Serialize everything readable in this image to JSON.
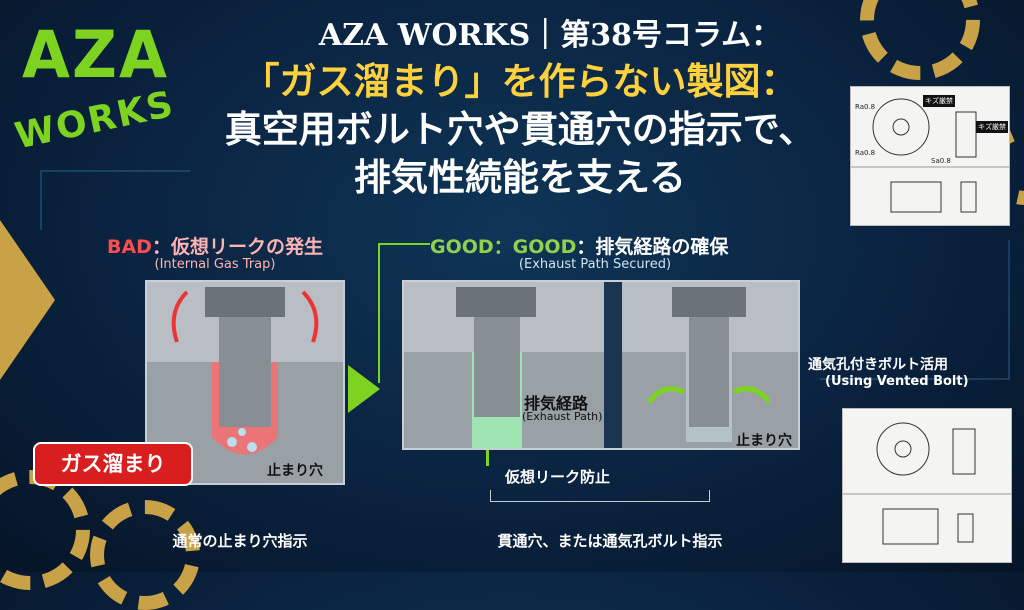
{
  "logo": {
    "line1": "AZA",
    "line2": "WORKS"
  },
  "header": {
    "series": "AZA WORKS｜第38号コラム：",
    "title_line1": "「ガス溜まり」を作らない製図：",
    "title_line2": "真空用ボルト穴や貫通穴の指示で、",
    "title_line3": "排気性続能を支える"
  },
  "bad": {
    "heading_prefix": "BAD",
    "heading": "：仮想リークの発生",
    "subtitle": "(Internal Gas Trap)",
    "badge": "ガス溜まり",
    "hole_label": "止まり穴",
    "caption": "通常の止まり穴指示"
  },
  "good": {
    "heading_prefix": "GOOD：GOOD",
    "heading": "：排気経路の確保",
    "subtitle": "(Exhaust Path Secured)",
    "path_label": "排気経路",
    "path_sub": "(Exhaust Path)",
    "hole_label": "止まり穴",
    "prevent_label": "仮想リーク防止",
    "vent_label": "通気孔付きボルト活用",
    "vent_sub": "(Using Vented Bolt)",
    "caption": "貫通穴、または通気孔ボルト指示"
  },
  "drawings": {
    "tag1": "キズ厳禁",
    "tag2": "キズ厳禁",
    "ra1": "Ra0.8",
    "ra2": "Ra0.8",
    "sa": "Sa0.8"
  },
  "colors": {
    "bad": "#ff4d4d",
    "good": "#8fd14f",
    "accent": "#ffd23d",
    "logo": "#7ed321"
  }
}
